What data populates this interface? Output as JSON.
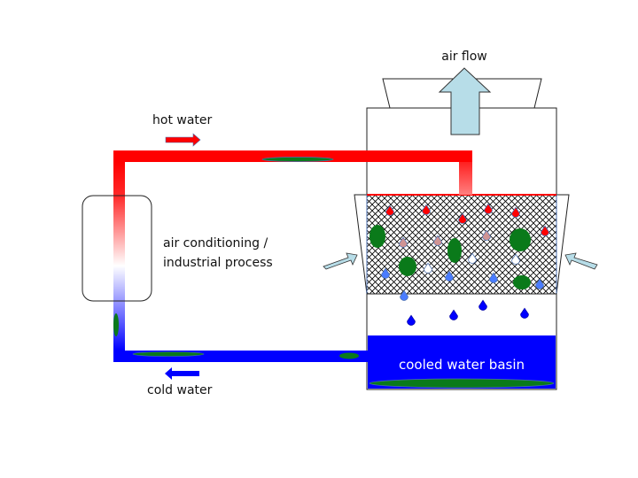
{
  "title": "Cooling tower water loop diagram",
  "labels": {
    "air_flow": "air flow",
    "hot_water": "hot water",
    "cold_water": "cold water",
    "process_line1": "air conditioning /",
    "process_line2": "industrial process",
    "basin": "cooled water basin"
  },
  "colors": {
    "hot": "#ff0000",
    "cold": "#0000ff",
    "air_arrow": "#b7dde8",
    "biofilm": "#0a7a1a",
    "droplet_hot": "#ff0000",
    "droplet_warm": "#d09494",
    "droplet_cool": "#ffffff",
    "droplet_cold": "#4a7cff",
    "droplet_falling": "#0000ff"
  },
  "fill_droplets": [
    {
      "temp": "hot"
    },
    {
      "temp": "hot"
    },
    {
      "temp": "hot"
    },
    {
      "temp": "hot"
    },
    {
      "temp": "hot"
    },
    {
      "temp": "hot"
    },
    {
      "temp": "hot"
    },
    {
      "temp": "warm"
    },
    {
      "temp": "warm"
    },
    {
      "temp": "warm"
    },
    {
      "temp": "cool"
    },
    {
      "temp": "cool"
    },
    {
      "temp": "cool"
    },
    {
      "temp": "cold"
    },
    {
      "temp": "cold"
    },
    {
      "temp": "cold"
    },
    {
      "temp": "cold"
    },
    {
      "temp": "cold"
    }
  ],
  "falling_droplets": 5
}
